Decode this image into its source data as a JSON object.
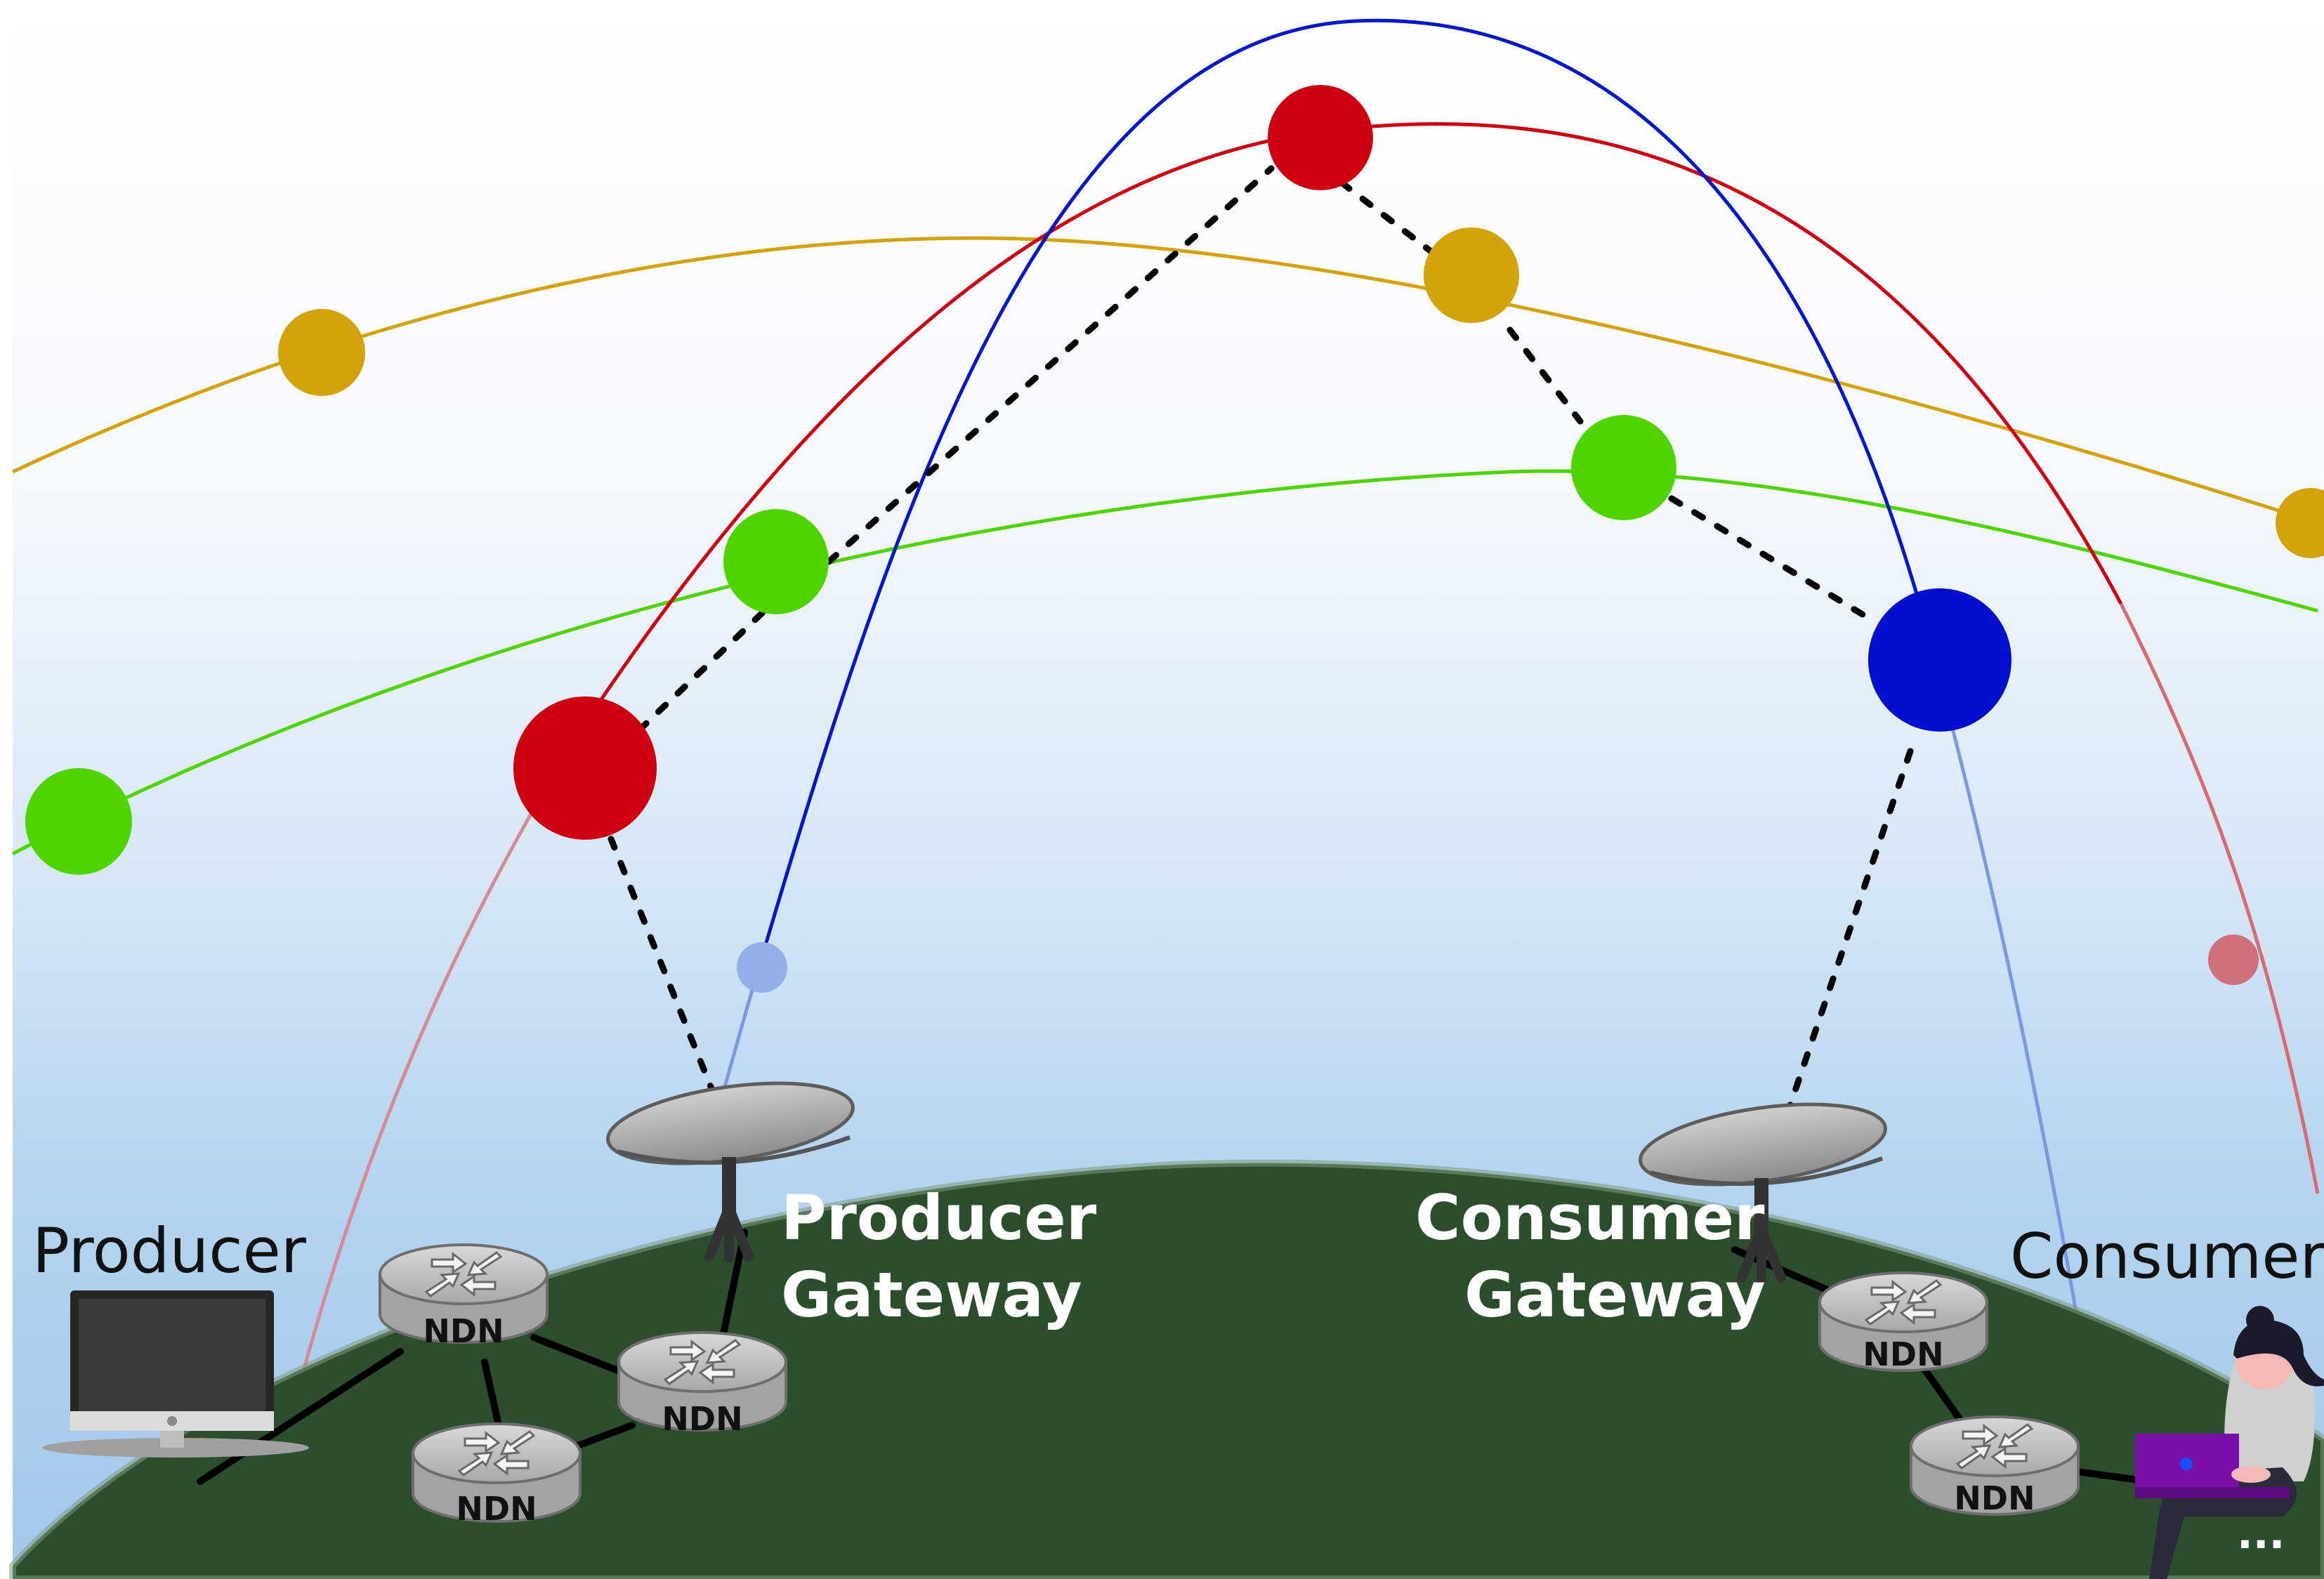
{
  "labels": {
    "producer": "Producer",
    "producer_gateway_line1": "Producer",
    "producer_gateway_line2": "Gateway",
    "consumer_gateway_line1": "Consumer",
    "consumer_gateway_line2": "Gateway",
    "consumer": "Consumer",
    "router": "NDN",
    "ellipsis": "..."
  },
  "colors": {
    "orbit_gold": "#D4A20A",
    "orbit_red": "#CC0010",
    "orbit_green": "#4FD400",
    "orbit_blue": "#0010CC",
    "earth": "#2D4E2E",
    "sky": "#A7CCED",
    "router": "#B5B5B5",
    "laptop": "#7A0FA8"
  },
  "icons": [
    "monitor-icon",
    "satellite-dish-icon",
    "router-icon",
    "person-with-laptop-icon"
  ]
}
